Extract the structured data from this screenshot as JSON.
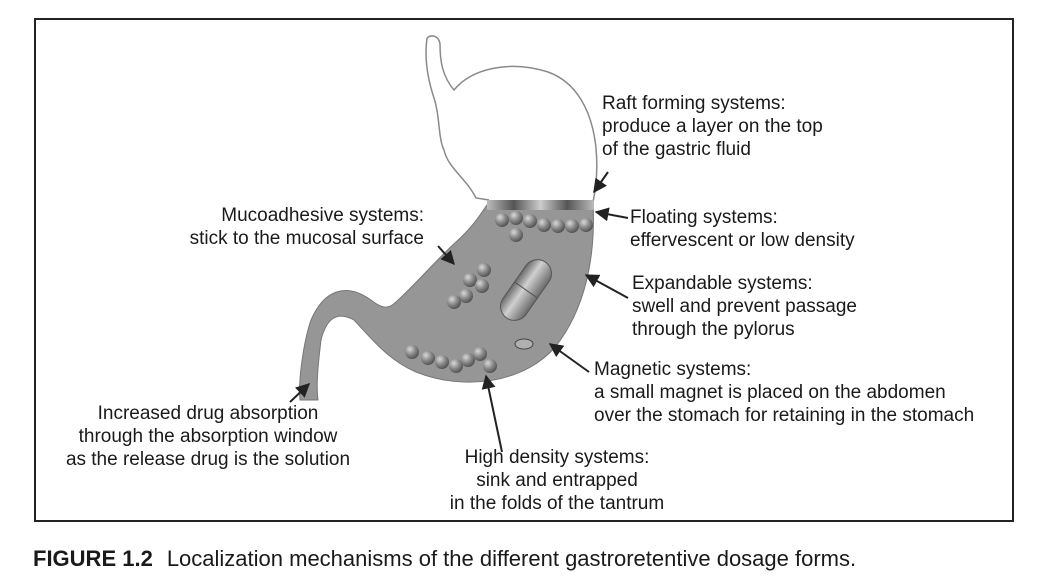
{
  "labels": {
    "raft": {
      "title": "Raft forming systems:",
      "line2": "produce a layer on the top",
      "line3": "of the gastric fluid"
    },
    "floating": {
      "title": "Floating systems:",
      "line2": "effervescent or low density"
    },
    "expandable": {
      "title": "Expandable systems:",
      "line2": "swell and prevent passage",
      "line3": "through the pylorus"
    },
    "magnetic": {
      "title": "Magnetic systems:",
      "line2": "a small magnet is placed on the abdomen",
      "line3": "over the stomach for retaining in the stomach"
    },
    "mucoadhesive": {
      "title": "Mucoadhesive systems:",
      "line2": "stick to the mucosal surface"
    },
    "absorption": {
      "line1": "Increased drug absorption",
      "line2": "through the absorption window",
      "line3": "as the release drug is the solution"
    },
    "high_density": {
      "title": "High density systems:",
      "line2": "sink and entrapped",
      "line3": "in the folds of the tantrum"
    }
  },
  "caption": {
    "figure": "FIGURE 1.2",
    "text": "Localization mechanisms of the different gastroretentive dosage forms."
  },
  "colors": {
    "fluid": "#969696",
    "sphere": "#7a7a7a",
    "outline": "#8a8a8a"
  }
}
